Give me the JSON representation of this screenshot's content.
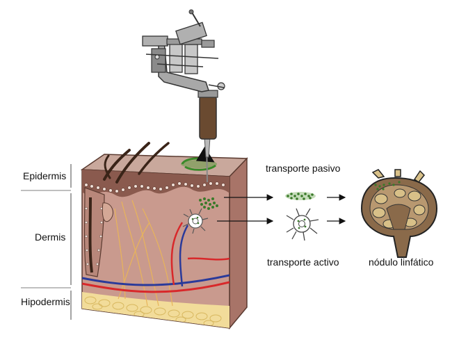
{
  "labels": {
    "epidermis": "Epidermis",
    "dermis": "Dermis",
    "hypodermis": "Hipodermis",
    "passive": "transporte pasivo",
    "active": "transporte activo",
    "node": "nódulo linfático"
  },
  "colors": {
    "skin": "#c99a8e",
    "skin_dark": "#a87468",
    "epidermis": "#8a5a4e",
    "fat": "#f2dc9a",
    "artery": "#d8282a",
    "vein": "#2a3a9a",
    "nerve": "#e8b45a",
    "ink": "#4a8a3a",
    "hair": "#3a2418",
    "node_fill": "#8a6a4a",
    "node_light": "#d8c088"
  },
  "icons": {
    "machine": "tattoo-machine-icon",
    "arrow": "right-arrow-icon"
  }
}
